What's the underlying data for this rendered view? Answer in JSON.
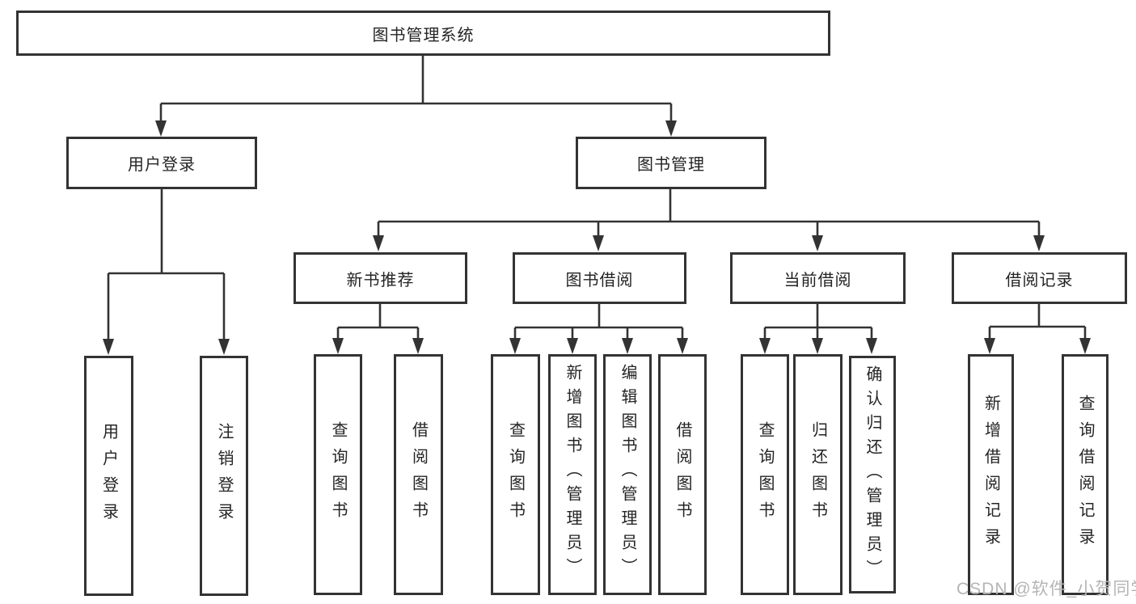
{
  "diagram": {
    "type": "hierarchy-tree",
    "root": {
      "label": "图书管理系统"
    },
    "branches": [
      {
        "label": "用户登录",
        "children": [
          {
            "label": "用户登录"
          },
          {
            "label": "注销登录"
          }
        ]
      },
      {
        "label": "图书管理",
        "children": [
          {
            "label": "新书推荐",
            "children": [
              {
                "label": "查询图书"
              },
              {
                "label": "借阅图书"
              }
            ]
          },
          {
            "label": "图书借阅",
            "children": [
              {
                "label": "查询图书"
              },
              {
                "label": "新增图书（管理员）"
              },
              {
                "label": "编辑图书（管理员）"
              },
              {
                "label": "借阅图书"
              }
            ]
          },
          {
            "label": "当前借阅",
            "children": [
              {
                "label": "查询图书"
              },
              {
                "label": "归还图书"
              },
              {
                "label": "确认归还（管理员）"
              }
            ]
          },
          {
            "label": "借阅记录",
            "children": [
              {
                "label": "新增借阅记录"
              },
              {
                "label": "查询借阅记录"
              }
            ]
          }
        ]
      }
    ],
    "colors": {
      "line": "#333333",
      "text": "#242424",
      "background": "#ffffff",
      "watermark": "#b5b5b5"
    },
    "watermark": {
      "text": "CSDN @软件_小贺同学"
    }
  }
}
